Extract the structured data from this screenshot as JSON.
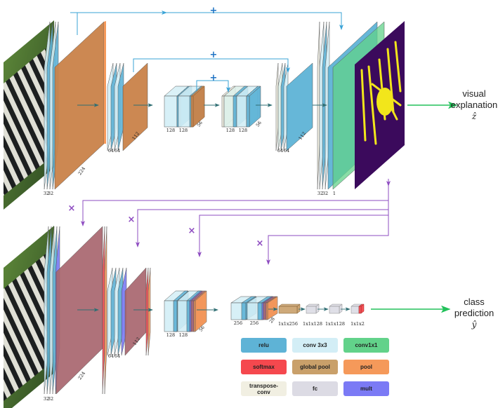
{
  "colors": {
    "relu": "#5eb3d6",
    "conv3x3": "#d3eef6",
    "conv1x1": "#62d28a",
    "softmax": "#f5484e",
    "global_pool": "#c9a06a",
    "pool": "#f5995a",
    "transpose_conv": "#f1efe2",
    "fc": "#dcdbe4",
    "mult": "#7b7af5",
    "skip_add": "#3aa3d6",
    "skip_mult": "#8e4cc1",
    "output_arrow": "#22c15a",
    "flow_arrow": "#2f6e73",
    "pool_dark": "#c98249",
    "mult_dark": "#a8666f",
    "heatmap_bg": "#3b0a5c",
    "heatmap_fg": "#f2e61b"
  },
  "legend": [
    {
      "key": "relu",
      "label": "relu"
    },
    {
      "key": "conv3x3",
      "label": "conv 3x3"
    },
    {
      "key": "conv1x1",
      "label": "conv1x1"
    },
    {
      "key": "softmax",
      "label": "softmax"
    },
    {
      "key": "global_pool",
      "label": "global pool"
    },
    {
      "key": "pool",
      "label": "pool"
    },
    {
      "key": "transpose_conv",
      "label": "transpose-conv"
    },
    {
      "key": "fc",
      "label": "fc"
    },
    {
      "key": "mult",
      "label": "mult"
    }
  ],
  "outputs": {
    "visual": {
      "line1": "visual",
      "line2": "explanation",
      "symbol": "ẑ"
    },
    "class": {
      "line1": "class",
      "line2": "prediction",
      "symbol": "ŷ"
    }
  },
  "operators": {
    "add": "+",
    "mult": "×"
  },
  "top_branch": {
    "input": "zebra image",
    "blocks": [
      {
        "name": "encoder-block-1",
        "labels": [
          "32",
          "32"
        ],
        "side_label": "224"
      },
      {
        "name": "encoder-block-2",
        "labels": [
          "64",
          "64"
        ],
        "side_label": "112"
      },
      {
        "name": "encoder-block-3",
        "labels": [
          "128",
          "128"
        ],
        "side_label": "56"
      },
      {
        "name": "decoder-block-3",
        "labels": [
          "128",
          "128"
        ],
        "side_label": "56"
      },
      {
        "name": "decoder-block-2",
        "labels": [
          "64",
          "64"
        ],
        "side_label": "112"
      },
      {
        "name": "decoder-block-1",
        "labels": [
          "32",
          "32",
          "1"
        ],
        "side_label": ""
      }
    ],
    "output_map": "visual explanation heatmap"
  },
  "bottom_branch": {
    "blocks": [
      {
        "name": "classifier-block-1",
        "labels": [
          "32",
          "32"
        ],
        "side_label": "224"
      },
      {
        "name": "classifier-block-2",
        "labels": [
          "64",
          "64"
        ],
        "side_label": "112"
      },
      {
        "name": "classifier-block-3",
        "labels": [
          "128",
          "128"
        ],
        "side_label": "56"
      },
      {
        "name": "classifier-block-4",
        "labels": [
          "256",
          "256"
        ],
        "side_label": "28"
      }
    ],
    "head": [
      {
        "name": "global-pool-layer",
        "label": "1x1x256"
      },
      {
        "name": "fc-layer-1",
        "label": "1x1x128"
      },
      {
        "name": "fc-layer-2",
        "label": "1x1x128"
      },
      {
        "name": "fc-softmax-layer",
        "label": "1x1x2"
      }
    ]
  }
}
